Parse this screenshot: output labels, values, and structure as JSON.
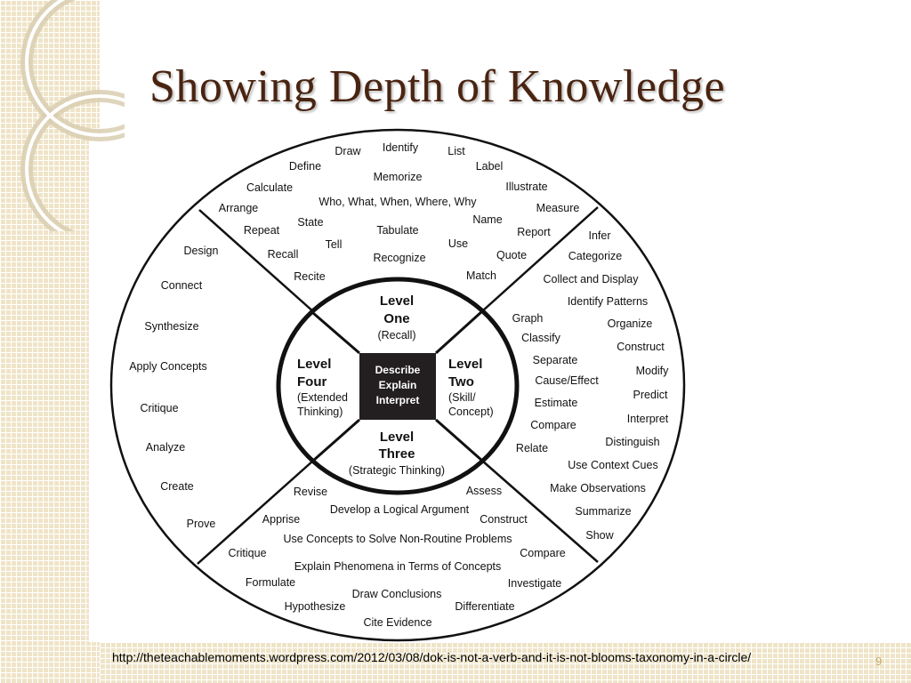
{
  "slide": {
    "title": "Showing Depth of Knowledge",
    "source_url": "http://theteachablemoments.wordpress.com/2012/03/08/dok-is-not-a-verb-and-it-is-not-blooms-taxonomy-in-a-circle/",
    "page_number": "9",
    "colors": {
      "title": "#4a2411",
      "background_pattern": "#efe4c8",
      "page_number": "#c9a96a"
    }
  },
  "center": {
    "lines": [
      "Describe",
      "Explain",
      "Interpret"
    ]
  },
  "levels": {
    "one": {
      "title_lines": [
        "Level",
        "One"
      ],
      "subtitle": "(Recall)"
    },
    "two": {
      "title_lines": [
        "Level",
        "Two"
      ],
      "subtitle_lines": [
        "(Skill/",
        "Concept)"
      ]
    },
    "three": {
      "title_lines": [
        "Level",
        "Three"
      ],
      "subtitle": "(Strategic Thinking)"
    },
    "four": {
      "title_lines": [
        "Level",
        "Four"
      ],
      "subtitle_lines": [
        "(Extended",
        "Thinking)"
      ]
    }
  },
  "words": {
    "level_one": [
      "Draw",
      "Identify",
      "List",
      "Define",
      "Label",
      "Memorize",
      "Calculate",
      "Illustrate",
      "Who, What, When, Where, Why",
      "Arrange",
      "Measure",
      "Name",
      "State",
      "Repeat",
      "Tabulate",
      "Report",
      "Tell",
      "Use",
      "Recall",
      "Quote",
      "Recognize",
      "Recite",
      "Match"
    ],
    "level_two": [
      "Infer",
      "Categorize",
      "Collect and Display",
      "Identify Patterns",
      "Graph",
      "Organize",
      "Classify",
      "Construct",
      "Separate",
      "Modify",
      "Cause/Effect",
      "Predict",
      "Estimate",
      "Interpret",
      "Compare",
      "Distinguish",
      "Relate",
      "Use Context Cues",
      "Make Observations",
      "Summarize",
      "Show"
    ],
    "level_three": [
      "Revise",
      "Assess",
      "Develop a Logical Argument",
      "Apprise",
      "Construct",
      "Use Concepts to Solve Non-Routine Problems",
      "Critique",
      "Compare",
      "Explain Phenomena in Terms of Concepts",
      "Formulate",
      "Investigate",
      "Draw Conclusions",
      "Hypothesize",
      "Differentiate",
      "Cite Evidence"
    ],
    "level_four": [
      "Design",
      "Connect",
      "Synthesize",
      "Apply Concepts",
      "Critique",
      "Analyze",
      "Create",
      "Prove"
    ]
  }
}
